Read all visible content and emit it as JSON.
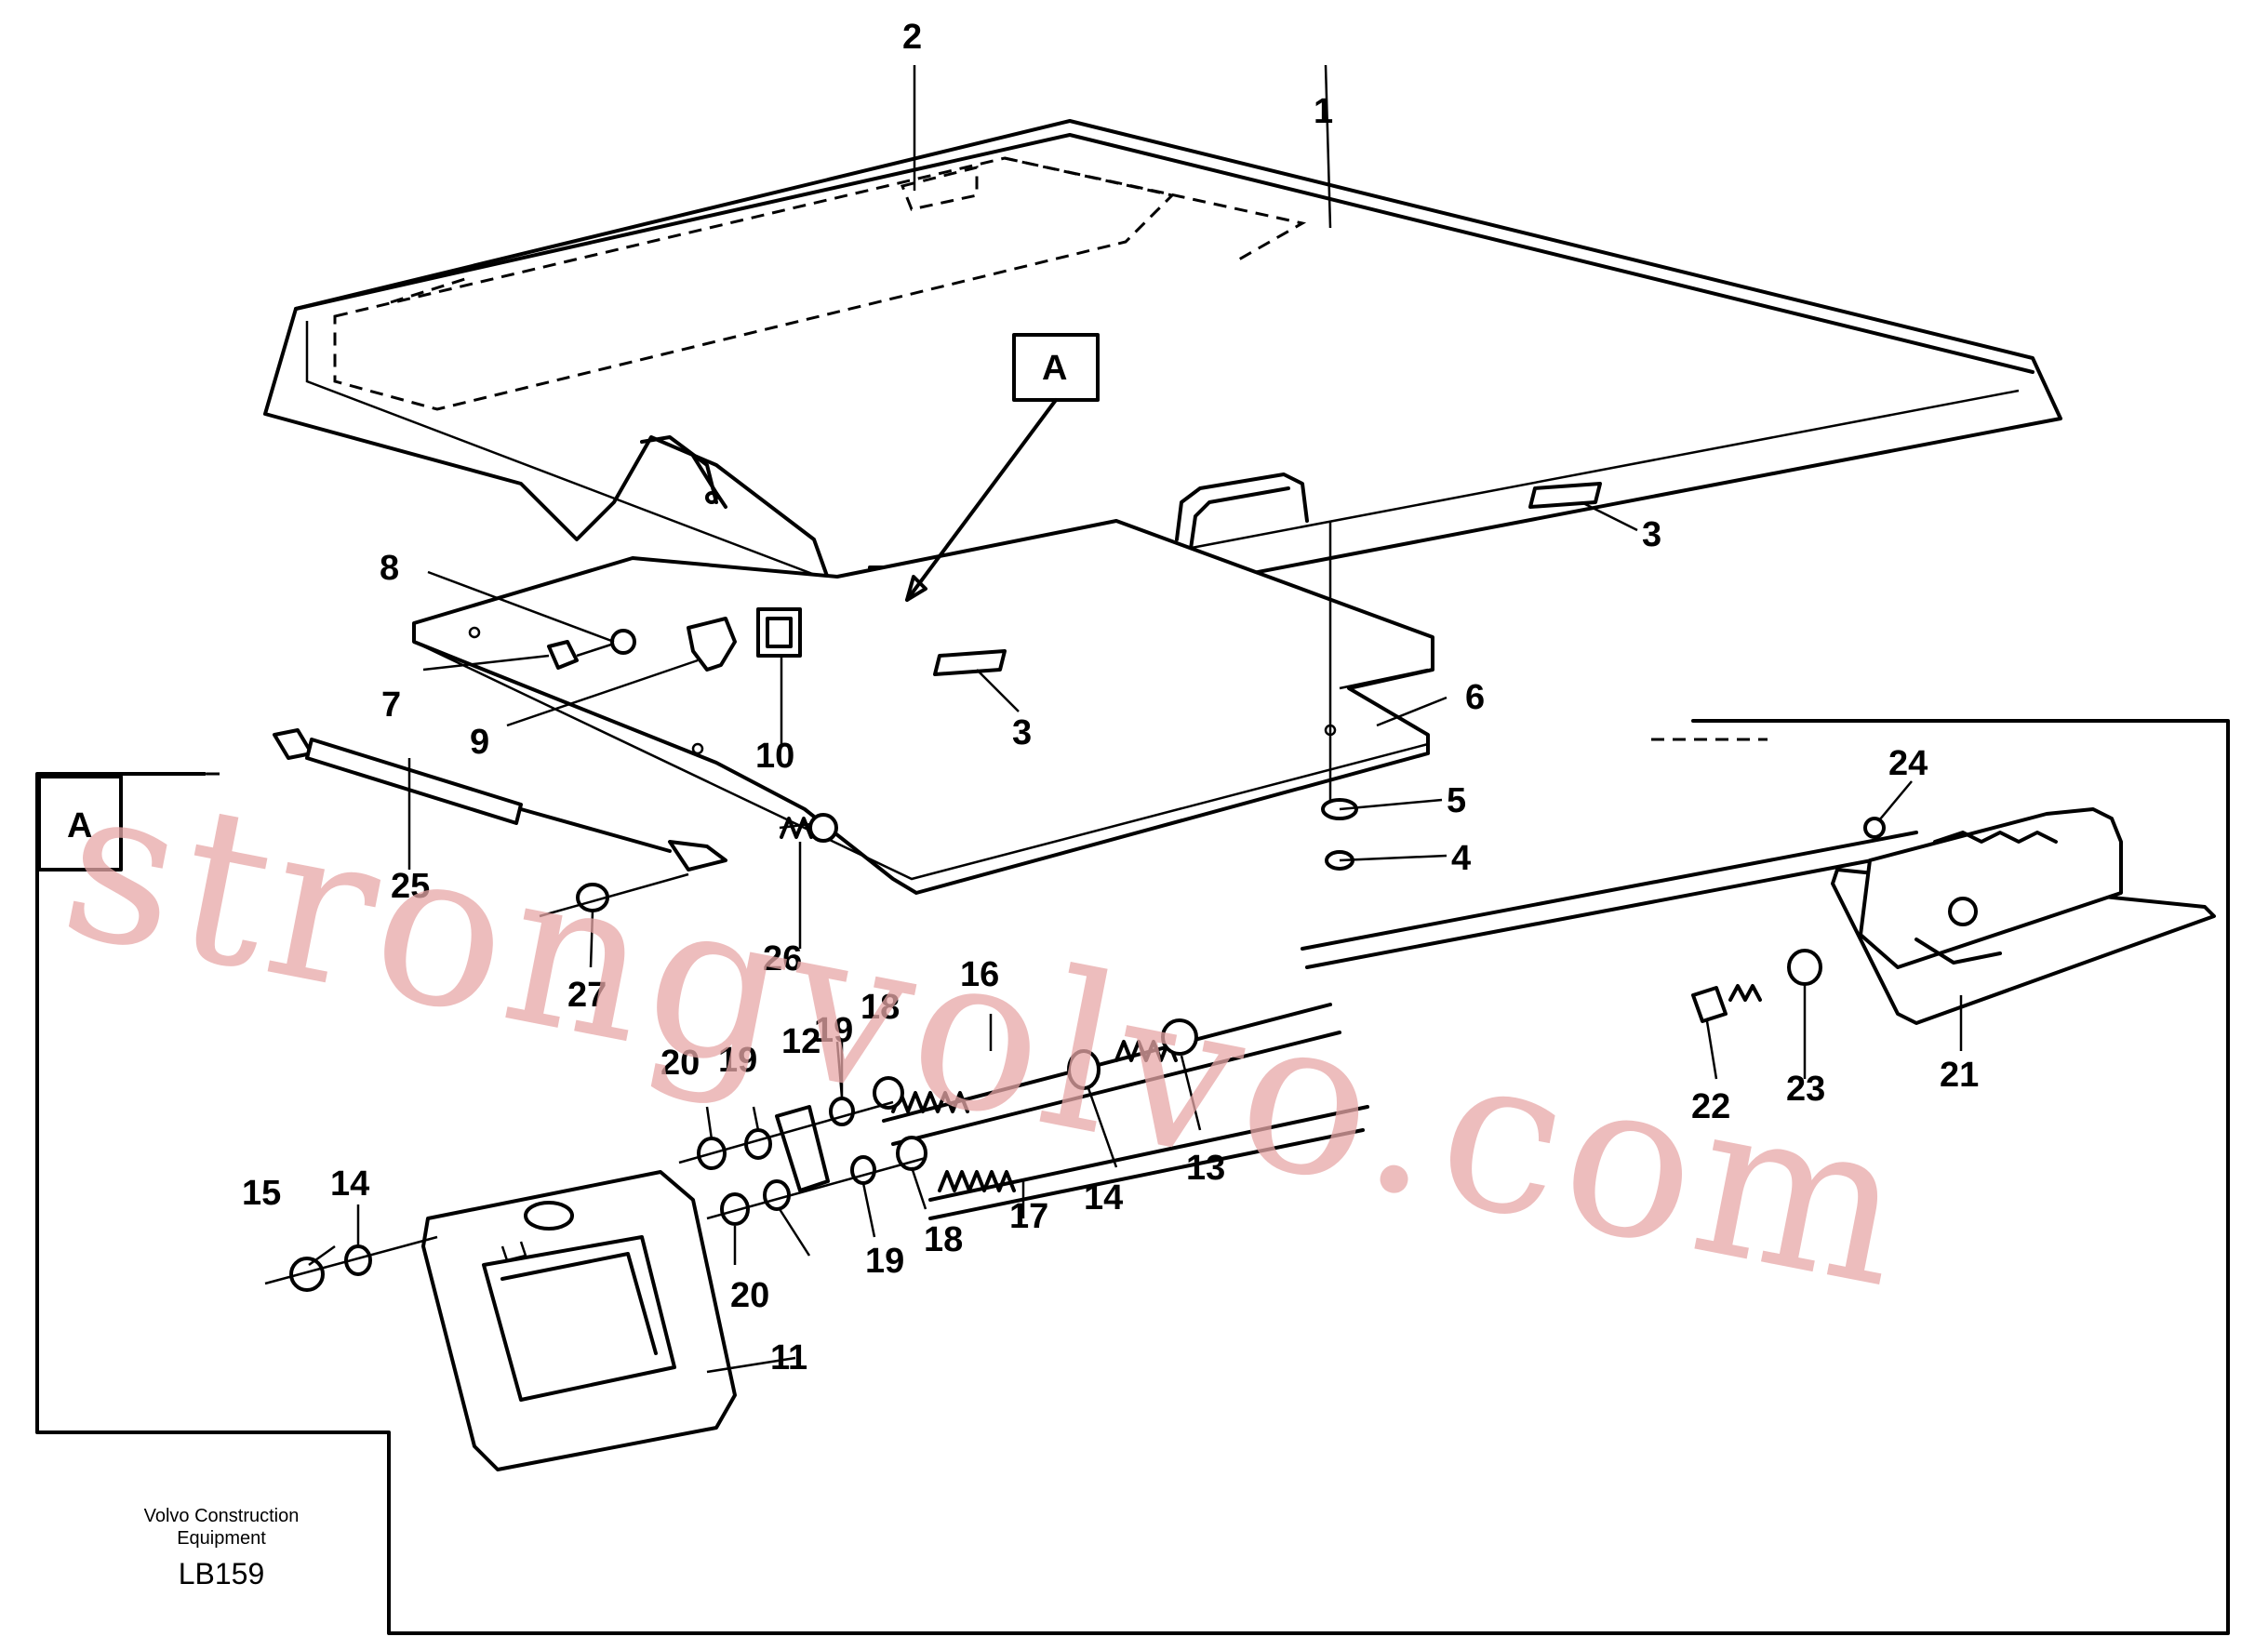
{
  "detail_box": {
    "label": "A"
  },
  "callouts": [
    "1",
    "2",
    "3",
    "3",
    "4",
    "5",
    "6",
    "7",
    "8",
    "9",
    "10",
    "11",
    "13",
    "14",
    "14",
    "15",
    "16",
    "17",
    "18",
    "18",
    "19",
    "19",
    "20",
    "20",
    "21",
    "22",
    "23",
    "24",
    "25",
    "26",
    "27",
    "12",
    "19"
  ],
  "caption": {
    "company_line1": "Volvo Construction",
    "company_line2": "Equipment",
    "code": "LB159"
  },
  "watermark": "strongvolvo.com"
}
